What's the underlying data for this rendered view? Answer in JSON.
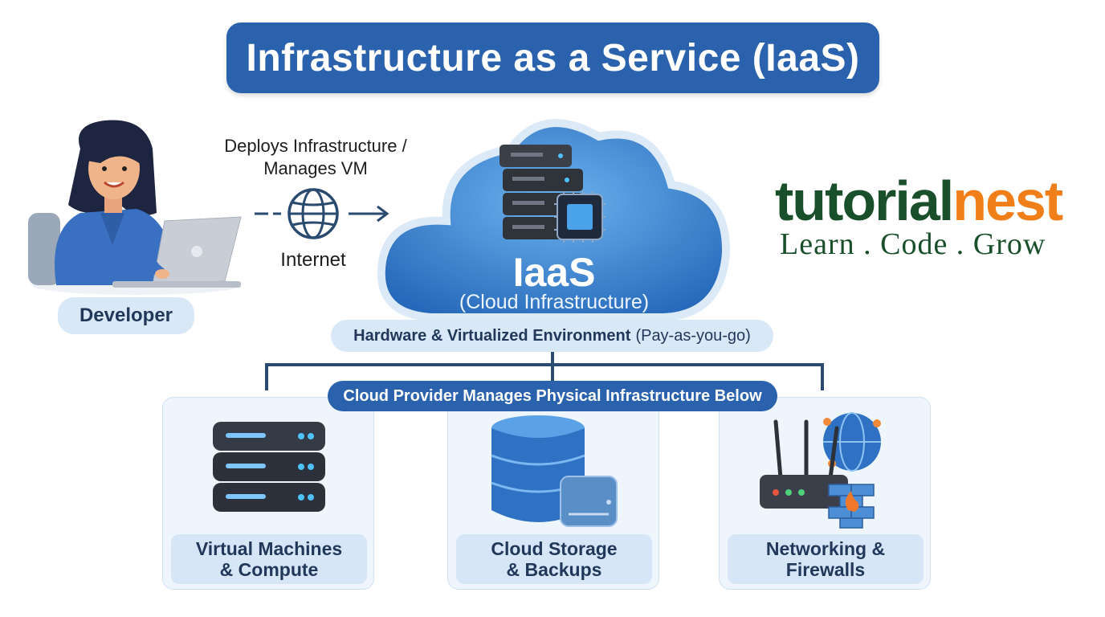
{
  "title": "Infrastructure as a Service (IaaS)",
  "developer": {
    "label": "Developer"
  },
  "flow": {
    "action": "Deploys Infrastructure /\nManages VM",
    "channel": "Internet"
  },
  "cloud": {
    "title": "IaaS",
    "subtitle": "(Cloud Infrastructure)"
  },
  "environment": {
    "bold": "Hardware & Virtualized Environment",
    "note": "(Pay-as-you-go)"
  },
  "provider_banner": "Cloud Provider Manages Physical Infrastructure Below",
  "services": [
    {
      "label": "Virtual Machines\n& Compute",
      "icon": "server-stack-icon"
    },
    {
      "label": "Cloud Storage\n& Backups",
      "icon": "database-icon"
    },
    {
      "label": "Networking &\nFirewalls",
      "icon": "router-firewall-icon"
    }
  ],
  "logo": {
    "word_part1": "tutorial",
    "word_part2": "nest",
    "tagline": "Learn . Code . Grow"
  },
  "colors": {
    "primary": "#2a62ad",
    "pill": "#d9e8f7",
    "logo_green": "#1a4f2c",
    "logo_orange": "#f07f1a"
  }
}
